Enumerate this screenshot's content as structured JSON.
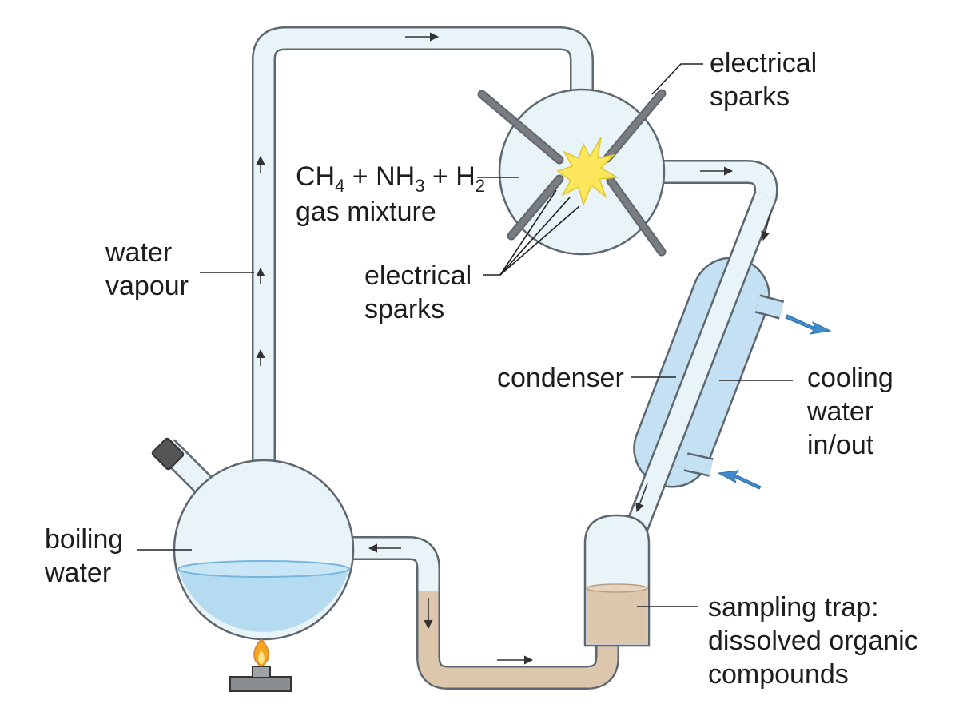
{
  "labels": {
    "electrical_sparks_top": [
      "electrical",
      "sparks"
    ],
    "gas_mixture": {
      "formula": [
        {
          "t": "CH"
        },
        {
          "t": "4",
          "sub": true
        },
        {
          "t": " + NH"
        },
        {
          "t": "3",
          "sub": true
        },
        {
          "t": " + H"
        },
        {
          "t": "2",
          "sub": true
        }
      ],
      "line2": "gas mixture"
    },
    "water_vapour": [
      "water",
      "vapour"
    ],
    "electrical_sparks_mid": [
      "electrical",
      "sparks"
    ],
    "condenser": "condenser",
    "cooling_water": [
      "cooling",
      "water",
      "in/out"
    ],
    "boiling_water": [
      "boiling",
      "water"
    ],
    "sampling_trap": [
      "sampling trap:",
      "dissolved organic",
      "compounds"
    ]
  },
  "colors": {
    "glass_fill": "#e9f4f9",
    "glass_stroke": "#5e6770",
    "water": "#b5dbf1",
    "water_surface": "#78b6dd",
    "sample_liquid": "#dcc6ac",
    "spark": "#fbe65c",
    "cooling_arrow": "#3f8dcc",
    "electrode": "#7a7d80"
  }
}
